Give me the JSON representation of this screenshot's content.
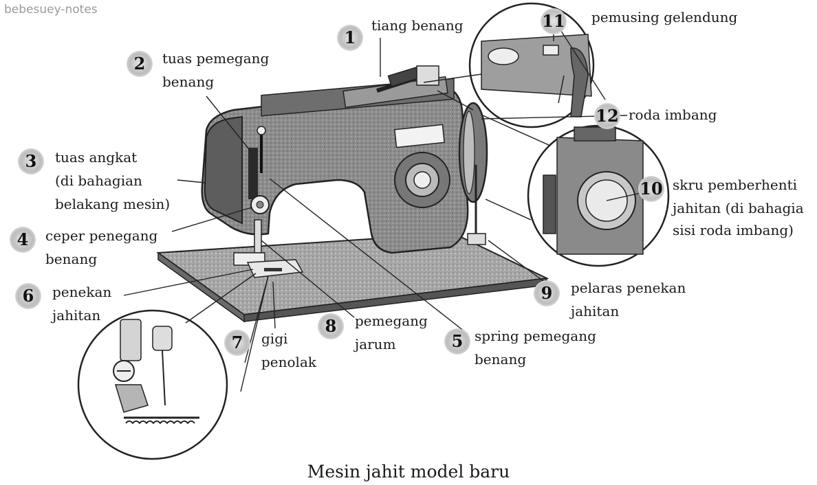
{
  "watermark": "bebesuey-notes",
  "caption": "Mesin jahit model baru",
  "callouts": [
    {
      "number": "1",
      "lines": [
        "tiang benang"
      ]
    },
    {
      "number": "2",
      "lines": [
        "tuas pemegang",
        "benang"
      ]
    },
    {
      "number": "3",
      "lines": [
        "tuas angkat",
        "(di bahagian",
        "belakang mesin)"
      ]
    },
    {
      "number": "4",
      "lines": [
        "ceper penegang",
        "benang"
      ]
    },
    {
      "number": "5",
      "lines": [
        "spring pemegang",
        "benang"
      ]
    },
    {
      "number": "6",
      "lines": [
        "penekan",
        "jahitan"
      ]
    },
    {
      "number": "7",
      "lines": [
        "gigi",
        "penolak"
      ]
    },
    {
      "number": "8",
      "lines": [
        "pemegang",
        "jarum"
      ]
    },
    {
      "number": "9",
      "lines": [
        "pelaras penekan",
        "jahitan"
      ]
    },
    {
      "number": "10",
      "lines": [
        "skru pemberhenti",
        "jahitan (di bahagia",
        "sisi roda imbang)"
      ]
    },
    {
      "number": "11",
      "lines": [
        "pemusing gelendung"
      ]
    },
    {
      "number": "12",
      "lines": [
        "roda imbang"
      ]
    }
  ]
}
